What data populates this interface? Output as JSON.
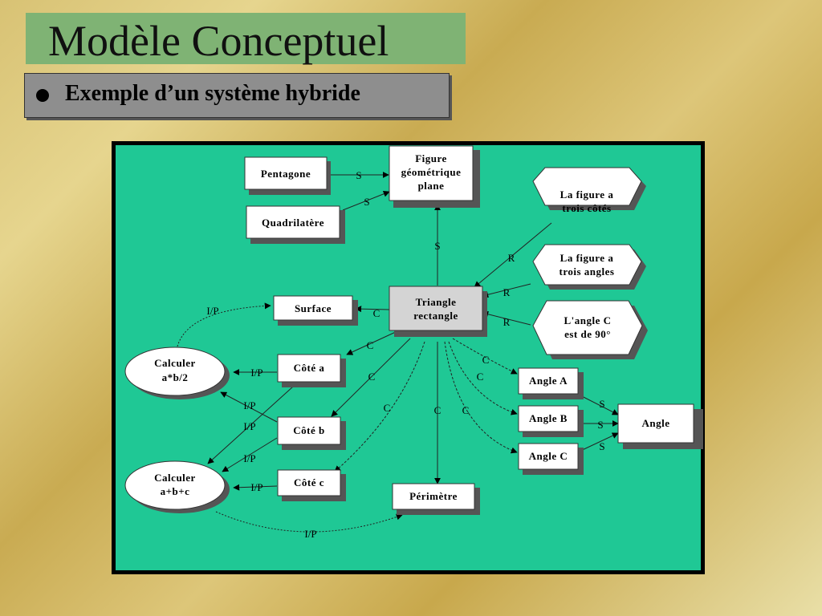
{
  "title": "Modèle Conceptuel",
  "subtitle": "Exemple d’un système hybride",
  "diagram": {
    "nodes": {
      "figure": [
        "Figure",
        "géométrique",
        "plane"
      ],
      "pentagone": [
        "Pentagone"
      ],
      "quadrilatere": [
        "Quadrilatère"
      ],
      "trois_cotes": [
        "La figure a",
        "trois côtés"
      ],
      "trois_angles": [
        "La figure a",
        "trois angles"
      ],
      "angle90": [
        "L'angle C",
        "est de 90°"
      ],
      "triangle": [
        "Triangle",
        "rectangle"
      ],
      "surface": [
        "Surface"
      ],
      "calc_surface": [
        "Calculer",
        "a*b/2"
      ],
      "cote_a": [
        "Côté a"
      ],
      "cote_b": [
        "Côté b"
      ],
      "cote_c": [
        "Côté c"
      ],
      "calc_perim": [
        "Calculer",
        "a+b+c"
      ],
      "perimetre": [
        "Périmètre"
      ],
      "angle_a": [
        "Angle A"
      ],
      "angle_b": [
        "Angle B"
      ],
      "angle_c": [
        "Angle C"
      ],
      "angle": [
        "Angle"
      ]
    },
    "edge_labels": {
      "s": "S",
      "r": "R",
      "c": "C",
      "ip": "I/P"
    }
  }
}
